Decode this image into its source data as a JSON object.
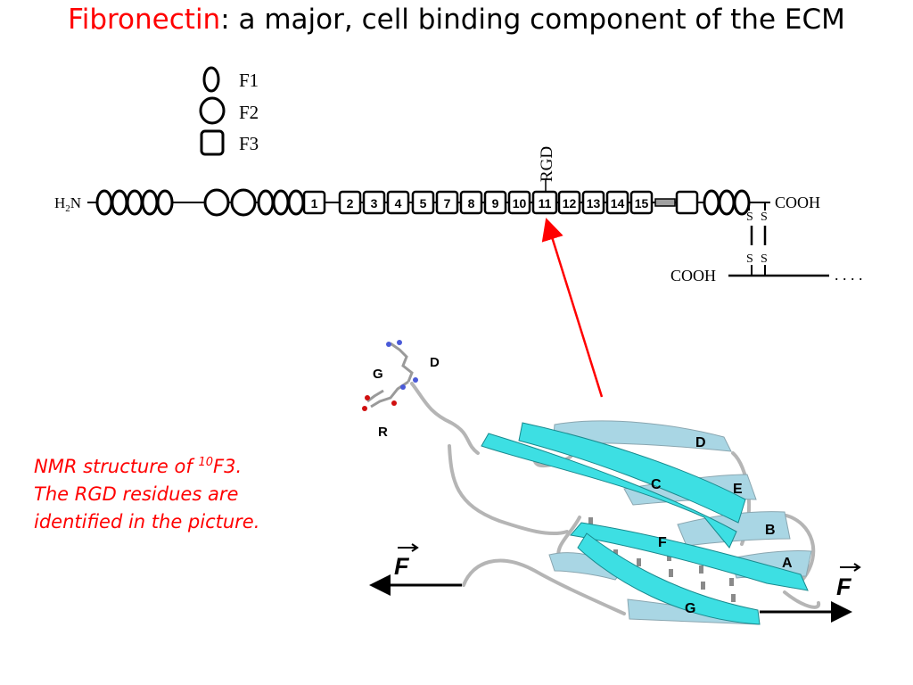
{
  "title": {
    "highlight": "Fibronectin",
    "rest": ": a major, cell binding component of the ECM"
  },
  "legend": {
    "f1": "F1",
    "f2": "F2",
    "f3": "F3"
  },
  "chain": {
    "n_terminus": "H",
    "n_terminus_sub": "2",
    "n_terminus_tail": "N",
    "c_terminus": "COOH",
    "c_terminus_lower": "COOH",
    "rgd_label": "RGD",
    "disulfide": [
      "S",
      "S",
      "S",
      "S"
    ],
    "dots": ". . . .",
    "f3_modules": [
      "1",
      "2",
      "3",
      "4",
      "5",
      "7",
      "8",
      "9",
      "10",
      "11",
      "12",
      "13",
      "14",
      "15"
    ]
  },
  "structure": {
    "residues": [
      "D",
      "G",
      "R"
    ],
    "strands": [
      "D",
      "C",
      "E",
      "B",
      "F",
      "A",
      "G"
    ],
    "force_symbol": "F"
  },
  "caption": {
    "line1_pre": "NMR structure of ",
    "line1_sup": "10",
    "line1_post": "F3.",
    "line2": "The RGD residues are",
    "line3": "identified in the picture."
  },
  "colors": {
    "title_highlight": "#ff0000",
    "caption": "#ff0000",
    "arrow": "#ff0000",
    "strand_cyan": "#3ddfe3",
    "strand_pale": "#a9d6e4",
    "loop_gray": "#b5b5b5"
  }
}
